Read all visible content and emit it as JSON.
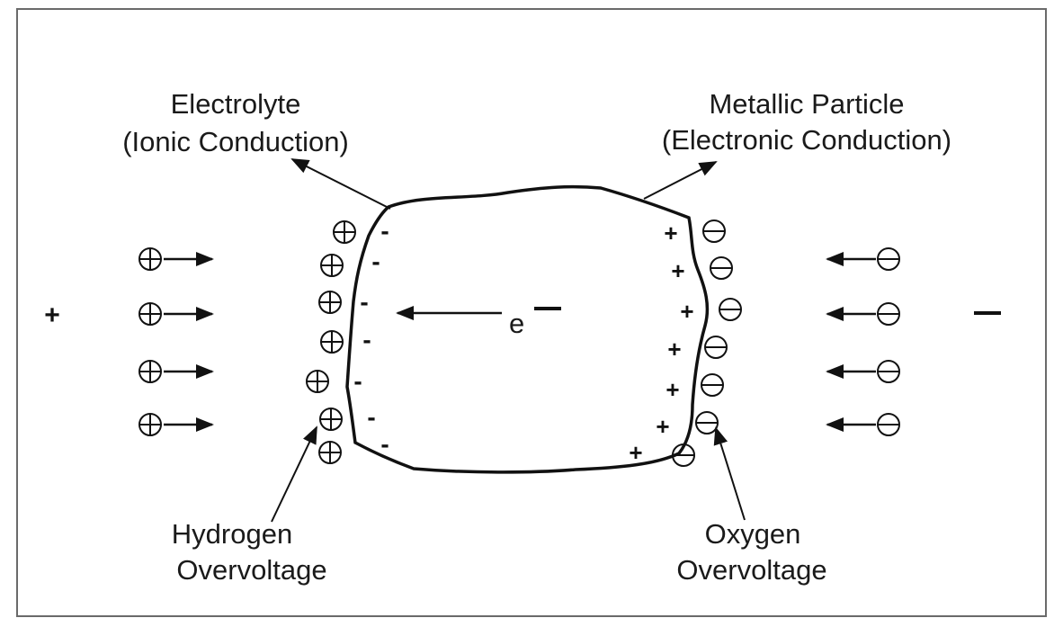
{
  "labels": {
    "electrolyte_line1": "Electrolyte",
    "electrolyte_line2": "(Ionic Conduction)",
    "metal_line1": "Metallic Particle",
    "metal_line2": "(Electronic Conduction)",
    "hydrogen_line1": "Hydrogen",
    "hydrogen_line2": "Overvoltage",
    "oxygen_line1": "Oxygen",
    "oxygen_line2": "Overvoltage",
    "electron": "e"
  },
  "symbols": {
    "plus": "+",
    "minus": "-",
    "big_minus": "−",
    "positive_ion": "⊕",
    "negative_ion": "⊖"
  },
  "colors": {
    "ink": "#111111",
    "frame": "#6a6a6a"
  }
}
